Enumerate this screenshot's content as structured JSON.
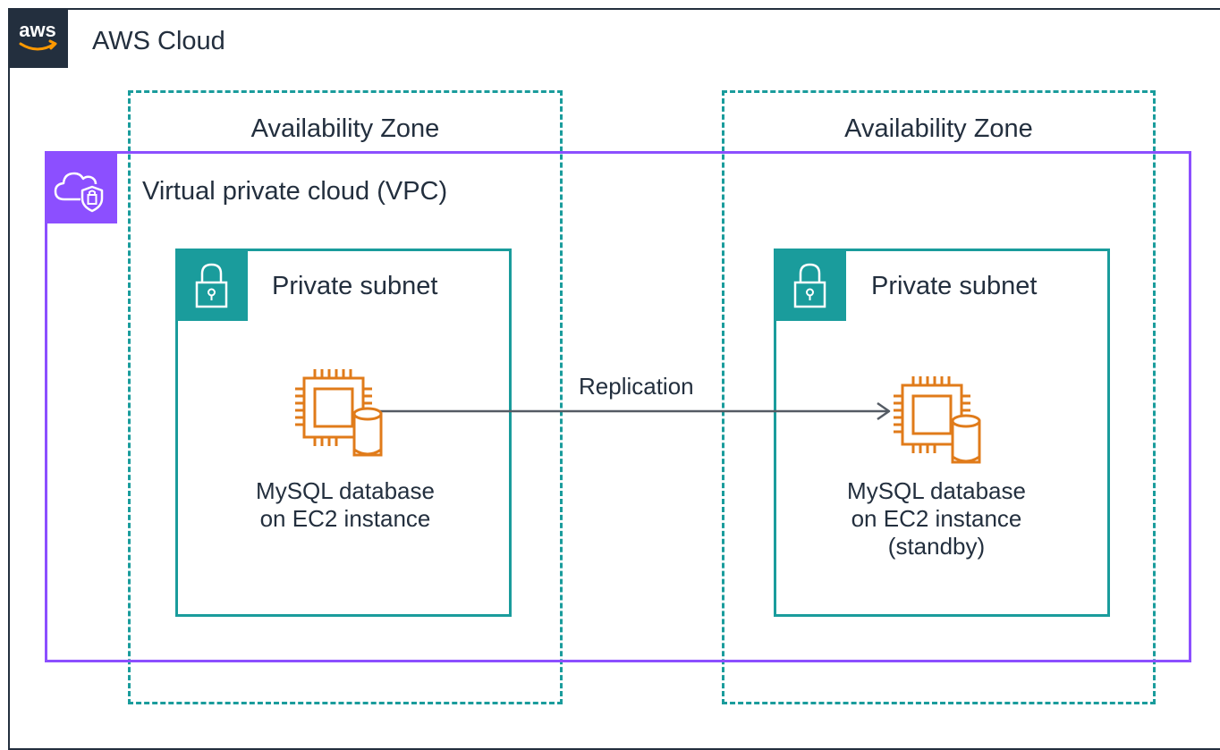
{
  "cloud": {
    "title": "AWS Cloud",
    "logo_text": "aws"
  },
  "availability_zones": [
    {
      "label": "Availability Zone"
    },
    {
      "label": "Availability Zone"
    }
  ],
  "vpc": {
    "label": "Virtual private cloud (VPC)"
  },
  "subnets": [
    {
      "label": "Private subnet",
      "instance_lines": [
        "MySQL database",
        "on EC2 instance"
      ]
    },
    {
      "label": "Private subnet",
      "instance_lines": [
        "MySQL database",
        "on EC2 instance",
        "(standby)"
      ]
    }
  ],
  "connection": {
    "label": "Replication"
  },
  "colors": {
    "cloud_border": "#232f3e",
    "availability_zone": "#1a9c9c",
    "vpc": "#8c4fff",
    "subnet": "#1a9c9c",
    "ec2_icon": "#e07b1a",
    "arrow": "#545b64"
  },
  "icons": [
    "aws-logo-icon",
    "vpc-cloud-shield-icon",
    "padlock-icon",
    "ec2-database-icon"
  ]
}
